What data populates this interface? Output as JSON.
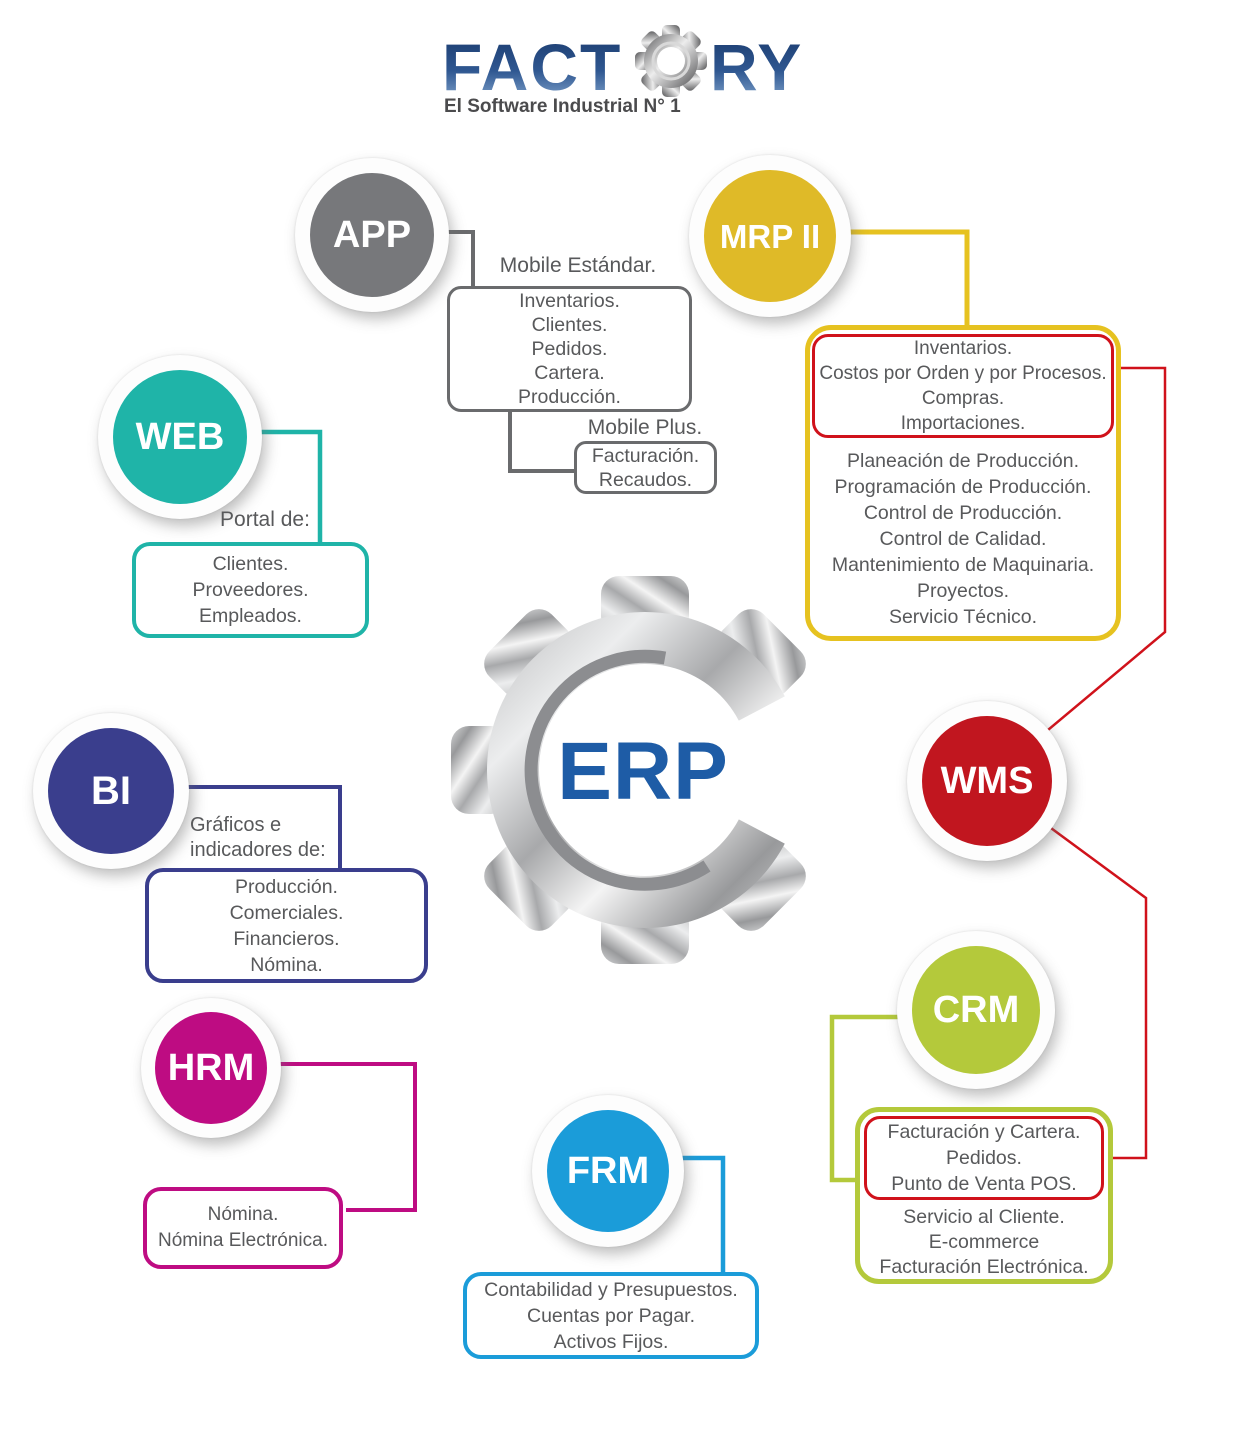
{
  "logo": {
    "brand_prefix": "FACT",
    "brand_suffix": "RY",
    "tagline": "El Software Industrial N° 1",
    "wordmark_color_top": "#19396B",
    "wordmark_color_bottom": "#86A9D0"
  },
  "center": {
    "label": "ERP",
    "label_color": "#1E5CA6"
  },
  "nodes": {
    "app": {
      "label": "APP",
      "color": "#77787B"
    },
    "mrpii": {
      "label": "MRP II",
      "color": "#DFBA28"
    },
    "web": {
      "label": "WEB",
      "color": "#1FB4A8"
    },
    "bi": {
      "label": "BI",
      "color": "#3A3E8D"
    },
    "wms": {
      "label": "WMS",
      "color": "#C1161F"
    },
    "crm": {
      "label": "CRM",
      "color": "#B4C93B"
    },
    "hrm": {
      "label": "HRM",
      "color": "#BE0C82"
    },
    "frm": {
      "label": "FRM",
      "color": "#1B9CD9"
    }
  },
  "boxes": {
    "app_mobile_standard": {
      "label": "Mobile Estándar.",
      "items": [
        "Inventarios.",
        "Clientes.",
        "Pedidos.",
        "Cartera.",
        "Producción."
      ]
    },
    "app_mobile_plus": {
      "label": "Mobile Plus.",
      "items": [
        "Facturación.",
        "Recaudos."
      ]
    },
    "mrpii": {
      "highlight_items": [
        "Inventarios.",
        "Costos por Orden y por Procesos.",
        "Compras.",
        "Importaciones."
      ],
      "items": [
        "Planeación de Producción.",
        "Programación de Producción.",
        "Control de Producción.",
        "Control de Calidad.",
        "Mantenimiento de Maquinaria.",
        "Proyectos.",
        "Servicio Técnico."
      ]
    },
    "web": {
      "label": "Portal de:",
      "items": [
        "Clientes.",
        "Proveedores.",
        "Empleados."
      ]
    },
    "bi": {
      "label_line1": "Gráficos e",
      "label_line2": "indicadores de:",
      "items": [
        "Producción.",
        "Comerciales.",
        "Financieros.",
        "Nómina."
      ]
    },
    "crm": {
      "highlight_items": [
        "Facturación y Cartera.",
        "Pedidos.",
        "Punto de Venta POS."
      ],
      "items": [
        "Servicio al Cliente.",
        "E-commerce",
        "Facturación Electrónica."
      ]
    },
    "hrm": {
      "items": [
        "Nómina.",
        "Nómina Electrónica."
      ]
    },
    "frm": {
      "items": [
        "Contabilidad y Presupuestos.",
        "Cuentas por Pagar.",
        "Activos Fijos."
      ]
    }
  },
  "accent_colors": {
    "connector_gray": "#6A6B6D",
    "connector_yellow": "#E6C220",
    "connector_red": "#D0121B",
    "connector_teal": "#1FB4A8",
    "connector_navy": "#3A3E8D",
    "connector_green": "#B4C93B",
    "connector_magenta": "#BE0C82",
    "connector_blue": "#1B9CD9",
    "text_gray": "#58595B"
  }
}
